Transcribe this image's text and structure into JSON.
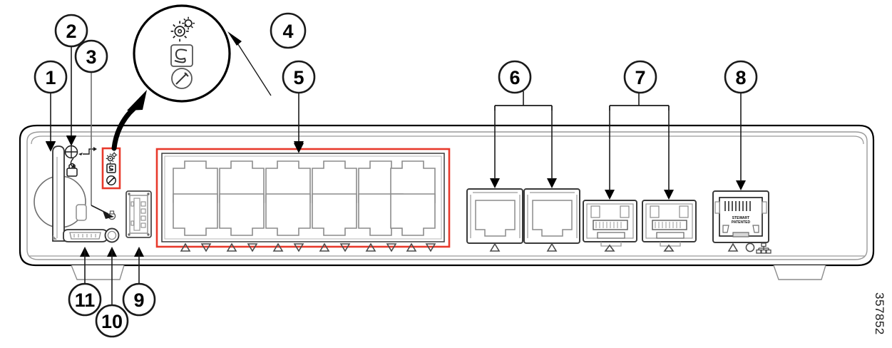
{
  "figure": {
    "id": "357852",
    "type": "device-front-panel-line-drawing",
    "description": "Front panel of a network router/switch with numbered callouts 1-11"
  },
  "callouts": [
    {
      "n": "1",
      "target": "antenna",
      "label": "1"
    },
    {
      "n": "2",
      "target": "security-lock-slot",
      "label": "2"
    },
    {
      "n": "3",
      "target": "status-leds",
      "label": "3"
    },
    {
      "n": "4",
      "target": "led-detail-magnifier",
      "label": "4"
    },
    {
      "n": "5",
      "target": "lan-switch-ports",
      "label": "5"
    },
    {
      "n": "6",
      "target": "rj45-wan-ports",
      "label": "6"
    },
    {
      "n": "7",
      "target": "sfp-ports",
      "label": "7"
    },
    {
      "n": "8",
      "target": "console-rj45-port",
      "label": "8"
    },
    {
      "n": "9",
      "target": "usb-a-port",
      "label": "9"
    },
    {
      "n": "10",
      "target": "reset-button",
      "label": "10"
    },
    {
      "n": "11",
      "target": "micro-usb-console",
      "label": "11"
    }
  ],
  "magnifier": {
    "name": "led-detail-circle",
    "icons": [
      {
        "name": "gears-icon",
        "meaning": "system / settings LED"
      },
      {
        "name": "s-square-icon",
        "meaning": "status LED"
      },
      {
        "name": "gauge-slash-icon",
        "meaning": "activity / speed LED"
      }
    ]
  },
  "panel": {
    "led_block": {
      "name": "status-led-block",
      "highlight_color": "#e8392b",
      "icons": [
        "gears-icon",
        "s-square-icon",
        "gauge-slash-icon"
      ]
    },
    "security_slot": {
      "name": "kensington-lock-icon"
    },
    "antenna": {
      "name": "antenna"
    },
    "micro_usb": {
      "name": "micro-usb-console-port"
    },
    "reset": {
      "name": "reset-button"
    },
    "usb_a": {
      "name": "usb-a-port"
    },
    "switch_ports": {
      "name": "lan-switch-port-block",
      "highlight_color": "#e8392b",
      "columns": 6,
      "rows": 2,
      "total": 12,
      "indicator_count": 12
    },
    "rj45_ports": {
      "name": "rj45-wan-ports",
      "count": 2
    },
    "sfp_ports": {
      "name": "sfp-ports",
      "count": 2
    },
    "console_port": {
      "name": "console-rj45-port",
      "marking_line1": "STEWART",
      "marking_line2": "PATENTED",
      "lan_icon": "network-lan-icon"
    }
  },
  "colors": {
    "outline": "#000000",
    "panel_line": "#6e6e6e",
    "accent_red": "#e8392b",
    "callout_stroke": "#1a1a1a"
  }
}
